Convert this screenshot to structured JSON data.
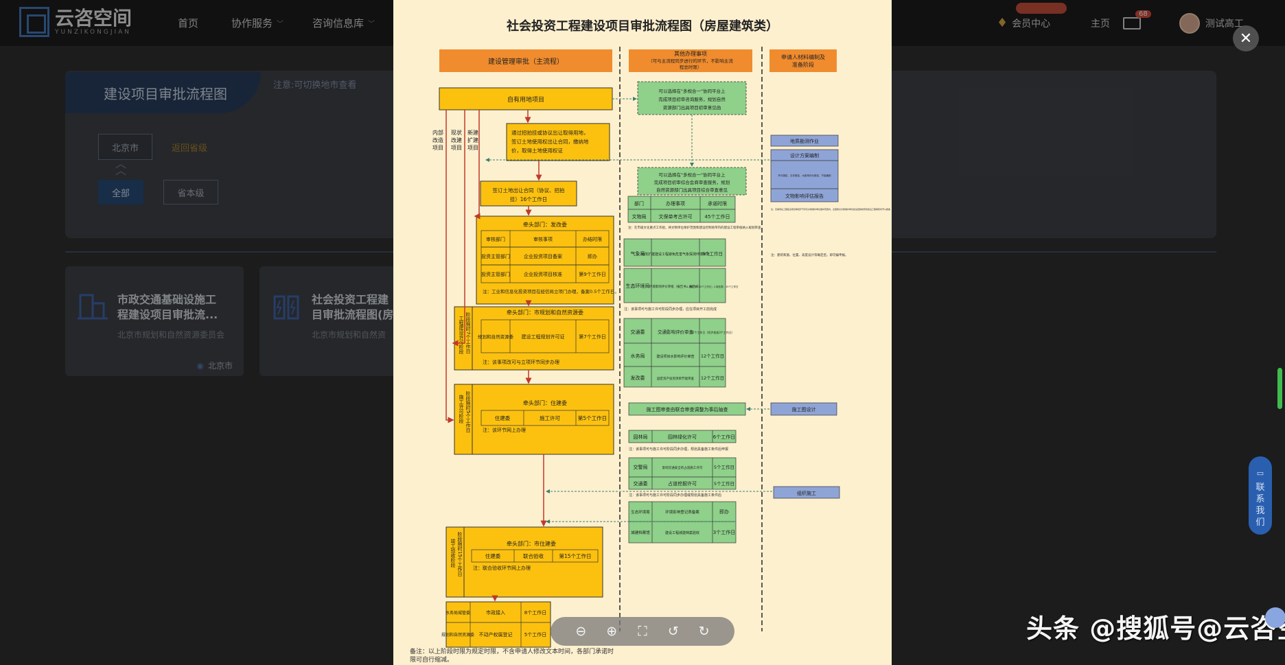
{
  "header": {
    "logo_cn": "云咨空间",
    "logo_en": "YUNZIKONGJIAN",
    "nav": [
      "首页",
      "协作服务",
      "咨询信息库"
    ],
    "member_center": "会员中心",
    "home": "主页",
    "message_count": "68",
    "user_name": "测试高工"
  },
  "page": {
    "panel_title": "建设项目审批流程图",
    "note": "注意:可切换地市查看",
    "city_button": "北京市",
    "back_link": "返回省级",
    "filter_all": "全部",
    "filter_province": "省本级",
    "cards": [
      {
        "title1": "市政交通基础设施工",
        "title2": "程建设项目审批流...",
        "org": "北京市规划和自然资源委员会",
        "location": "北京市"
      },
      {
        "title1": "社会投资工程建",
        "title2": "目审批流程图(房",
        "org": "北京市规划和自然资",
        "location": ""
      }
    ]
  },
  "viewer": {
    "title": "社会投资工程建设项目审批流程图（房屋建筑类）",
    "col_main": "建设管理审批（主流程）",
    "col_other": "其他办理事项",
    "col_other_sub1": "（可与主流程同步进行的环节，不影响主流",
    "col_other_sub2": "程总时限）",
    "col_apply1": "申请人材料编制及",
    "col_apply2": "准备阶段",
    "box_land": "自有用地项目",
    "lbl_internal": [
      "内部",
      "改造",
      "项目"
    ],
    "lbl_existing": [
      "现状",
      "改建",
      "项目"
    ],
    "lbl_new": [
      "新建",
      "扩建",
      "项目"
    ],
    "box_bid1": "通过招拍挂或协议出让取得用地，",
    "box_bid2": "签订土地使用权出让合同，缴纳地",
    "box_bid3": "价，取得土地使用权证",
    "box_contract1": "签订土地出让合同（协议、招拍",
    "box_contract2": "挂）16个工作日",
    "stage_lead1": "牵头部门：发改委",
    "stage_table1": [
      [
        "审核部门",
        "审核事项",
        "办结时限"
      ],
      [
        "投资主管部门",
        "企业投资项目备案",
        "即办"
      ],
      [
        "投资主管部门",
        "企业投资项目核准",
        "第9个工作日"
      ]
    ],
    "stage_note1": "注：工业和信息化投资项目在经信局立项门办理，备案0.5个工作日。",
    "stage2_label": "工程建设许可阶段",
    "stage2_time": "阶段限时7个工作日",
    "stage_lead2": "牵头部门：市规划和自然资源委",
    "stage2_row": [
      "规划和自然资源委",
      "建设工程规划许可证",
      "第7个工作日"
    ],
    "stage_note2": "注：该事项改可与立项环节同步办理",
    "stage3_label": "施工许可阶段",
    "stage3_time": "阶段限时5个工作日",
    "stage_lead3": "牵头部门：住建委",
    "stage3_row": [
      "住建委",
      "施工许可",
      "第5个工作日"
    ],
    "stage_note3": "注：该环节网上办理",
    "stage4_label": "竣工验收阶段",
    "stage4_time": "阶段限时15个工作日",
    "stage_lead4": "牵头部门：市住建委",
    "stage4_row": [
      "住建委",
      "联合验收",
      "第15个工作日"
    ],
    "stage_note4": "注：联合验收环节网上办理",
    "final_rows": [
      [
        "水务局城管委",
        "市政接入",
        "8个工作日"
      ],
      [
        "规划和自然资源委",
        "不动产权属登记",
        "5个工作日"
      ]
    ],
    "green_top1": "可以选择在\"多规合一\"协同平台上",
    "green_top2": "完成项目初审咨询服务，规划自然",
    "green_top3": "资源部门出具项目初审意见函",
    "green_mid1": "可以选择在\"多规合一\"协同平台上",
    "green_mid2": "完成项目初审综合会商审查服务，规划",
    "green_mid3": "自然资源部门出具项目综合审查意见",
    "green_table1": [
      [
        "部门",
        "办理事项",
        "承诺时限"
      ],
      [
        "文物局",
        "文保单考古许可",
        "45个工作日"
      ]
    ],
    "green_note1": "注：在市级文化重点工作组，将文物单位保护范围和建设控制地带内的建设工程审核纳入规划审查",
    "green_weather": [
      "气象局",
      "新改扩建建设工程避免危害气象探测环境审批",
      "5个工作日"
    ],
    "green_eco": [
      "生态环境局",
      "环境影响评价审批（报告书、报告表）",
      "1.报告书：30个工作日；2.报告表：15个工作日"
    ],
    "green_note2": "注：该事项可与施工许可阶段同步办理，应在项目开工前完成",
    "green_rows3": [
      [
        "交通委",
        "交通影响评价审查",
        "12个工作日（同步核准3个工作日）"
      ],
      [
        "水务局",
        "建设项目水影响评价审查",
        "12个工作日"
      ],
      [
        "发改委",
        "固定资产投资项目节能审查",
        "12个工作日"
      ]
    ],
    "green_drawing": "施工图审查由联合审查调整为事后抽查",
    "green_row_garden": [
      "园林局",
      "园林绿化许可",
      "6个工作日"
    ],
    "green_note3": "注：该事项可与施工许可阶段同步办理，规划具备施工条件后申报",
    "green_rows4": [
      [
        "交警局",
        "影响交通安全的占道施工许可",
        "5个工作日"
      ],
      [
        "交通委",
        "占道挖掘许可",
        "5个工作日"
      ]
    ],
    "green_note4": "注：该事项可与施工许可阶段同步办理或规划具备施工条件后",
    "green_rows5": [
      [
        "生态环境局",
        "环境影响登记表备案",
        "即办"
      ],
      [
        "城建档案馆",
        "建设工程城建档案验收",
        "3个工作日"
      ]
    ],
    "blue_items": [
      "地质勘测作业",
      "设计方案编制",
      "环评报告、交评报告、水影响评价报告、节能编制",
      "文物影响评估报告"
    ],
    "blue_note": "注：该事项在工程建设项目审批环节涉及文物保护单位保护范围内，全国重点文物保护单位建设控制地带的建设工程审核时予以报备",
    "blue_note2": "注：建筑和施、位置、高度设计等确定后，即可编申报。",
    "blue_construct_design": "施工图设计",
    "blue_organize": "组织施工",
    "bottom_note": "备注：以上阶段时限为规定时限，不含申请人修改文本时间，各部门承诺时限可自行缩减。"
  },
  "watermark": "头条 @搜狐号@云咨空间",
  "contact": [
    "联",
    "系",
    "我",
    "们"
  ],
  "toolbar": {
    "zoom_out": "⊖",
    "zoom_in": "⊕",
    "fullscreen": "⛶",
    "rotate_left": "↺",
    "rotate_right": "↻"
  },
  "close": "✕",
  "colors": {
    "orange": "#f08c2e",
    "yellow": "#fcc10f",
    "green": "#8fd08a",
    "blue": "#8fa4d6",
    "red": "#c0392b"
  }
}
